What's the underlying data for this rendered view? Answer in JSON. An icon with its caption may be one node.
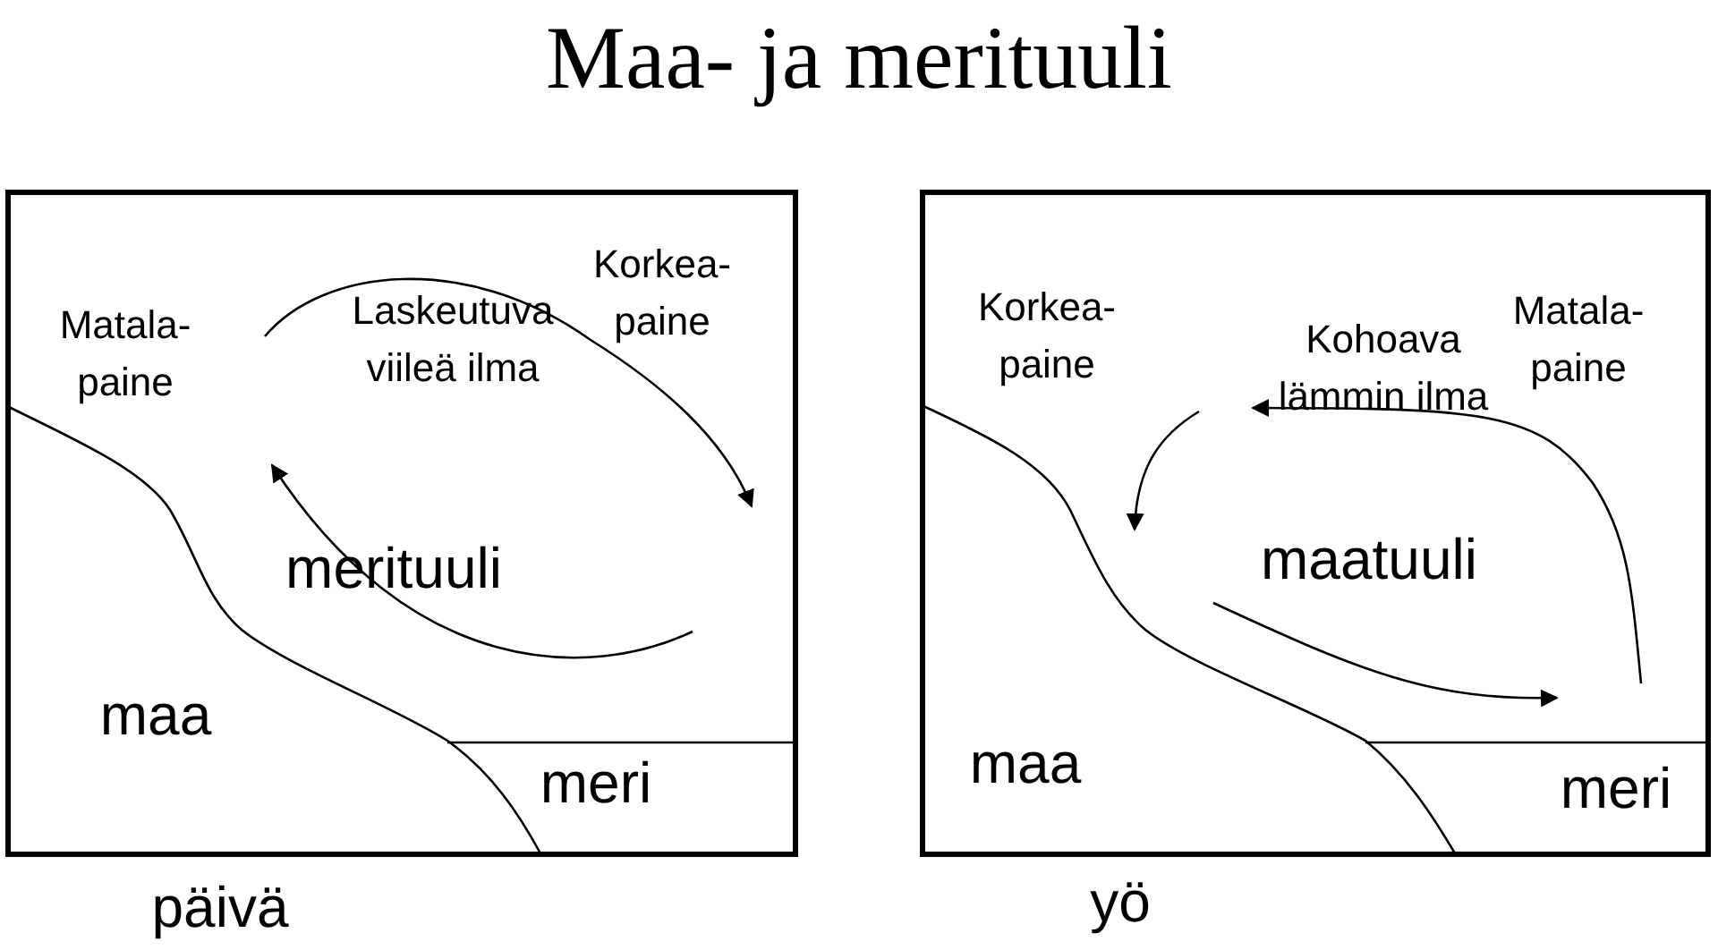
{
  "diagram": {
    "title": "Maa- ja merituuli",
    "nodes": [
      {
        "text": [],
        "shape": "box",
        "beside": [
          "päivä"
        ]
      },
      {
        "text": [],
        "shape": "box",
        "beside": [
          "yö"
        ]
      }
    ],
    "labels": [
      "Matala- paine",
      "Laskeutuva viileä ilma",
      "Korkea- paine",
      "merituuli",
      "maa",
      "meri",
      "Korkea- paine",
      "Kohoava lämmin ilma",
      "Matala- paine",
      "maatuuli",
      "maa",
      "meri"
    ]
  }
}
